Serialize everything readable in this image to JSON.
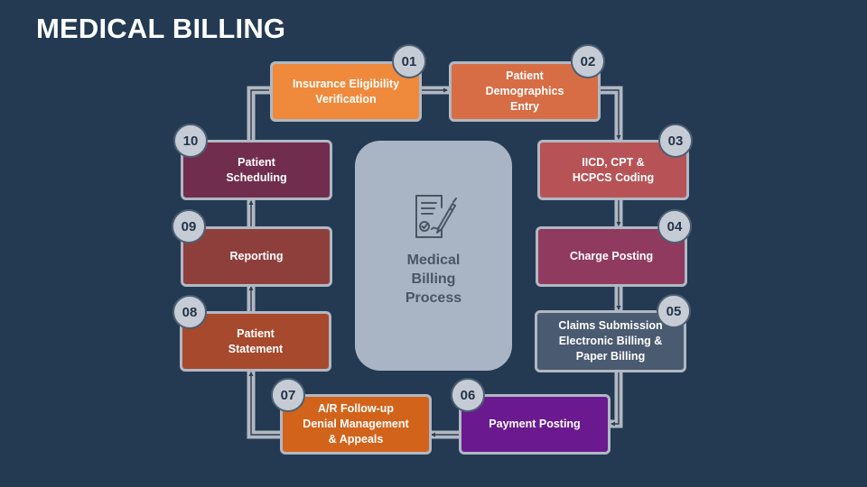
{
  "title": "MEDICAL BILLING",
  "center": {
    "label": "Medical\nBilling\nProcess",
    "icon": "billing-document-pen-icon"
  },
  "steps": [
    {
      "number": "01",
      "label": "Insurance Eligibility\nVerification",
      "color": "#ef8a3c"
    },
    {
      "number": "02",
      "label": "Patient\nDemographics\nEntry",
      "color": "#d76d45"
    },
    {
      "number": "03",
      "label": "IICD, CPT &\nHCPCS Coding",
      "color": "#b75356"
    },
    {
      "number": "04",
      "label": "Charge Posting",
      "color": "#8f3a5e"
    },
    {
      "number": "05",
      "label": "Claims Submission\nElectronic Billing &\nPaper Billing",
      "color": "#4a5a70"
    },
    {
      "number": "06",
      "label": "Payment Posting",
      "color": "#6a1a8e"
    },
    {
      "number": "07",
      "label": "A/R Follow-up\nDenial Management\n& Appeals",
      "color": "#d2631a"
    },
    {
      "number": "08",
      "label": "Patient\nStatement",
      "color": "#a7492d"
    },
    {
      "number": "09",
      "label": "Reporting",
      "color": "#8e3f3c"
    },
    {
      "number": "10",
      "label": "Patient\nScheduling",
      "color": "#702d4d"
    }
  ]
}
